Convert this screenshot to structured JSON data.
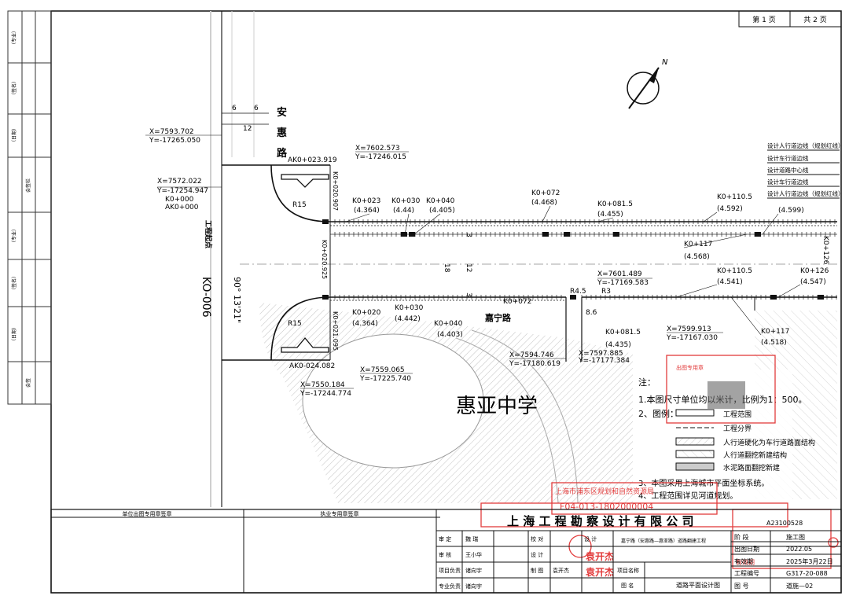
{
  "page": {
    "page_no": "第 1 页",
    "total_pages": "共 2 页"
  },
  "roads": {
    "anhui": [
      "安",
      "惠",
      "路"
    ],
    "jianing": "嘉宁路",
    "school": "惠亚中学",
    "start_label": "工程起点",
    "start_chainage": "KO-006",
    "angle": "90° 13'21\""
  },
  "dims": {
    "d1": "6",
    "d2": "6",
    "d3": "12",
    "d4": "18",
    "d5": "12",
    "d6": "3",
    "d7": "3",
    "r15a": "R15",
    "r15b": "R15",
    "r45": "R4.5",
    "r3": "R3",
    "d86": "8.6"
  },
  "coords": [
    {
      "x": "X=7593.702",
      "y": "Y=-17265.050"
    },
    {
      "x": "X=7602.573",
      "y": "Y=-17246.015"
    },
    {
      "x": "X=7572.022",
      "y": "Y=-17254.947"
    },
    {
      "x": "X=7601.489",
      "y": "Y=-17169.583"
    },
    {
      "x": "X=7599.913",
      "y": "Y=-17167.030"
    },
    {
      "x": "X=7594.746",
      "y": "Y=-17180.619"
    },
    {
      "x": "X=7597.885",
      "y": "Y=-17177.384"
    },
    {
      "x": "X=7559.065",
      "y": "Y=-17225.740"
    },
    {
      "x": "X=7550.184",
      "y": "Y=-17244.774"
    }
  ],
  "stations": {
    "ak_top": "AK0+023.919",
    "k0": "K0+000",
    "ak0": "AK0+000",
    "ak_bottom": "AK0-024.082",
    "v20907": "K0+020.907",
    "v21095": "K0+021.095",
    "v20925": "K0+020.925",
    "top": [
      {
        "k": "K0+023",
        "e": "(4.364)"
      },
      {
        "k": "K0+030",
        "e": "(4.44)"
      },
      {
        "k": "K0+040",
        "e": "(4.405)"
      },
      {
        "k": "K0+072",
        "e": "(4.468)"
      },
      {
        "k": "K0+081.5",
        "e": "(4.455)"
      },
      {
        "k": "K0+110.5",
        "e": "(4.592)"
      },
      {
        "k": "K0+126",
        "e": "(4.599)"
      },
      {
        "k": "K0+117",
        "e": "(4.568)"
      }
    ],
    "bottom": [
      {
        "k": "K0+020",
        "e": "(4.364)"
      },
      {
        "k": "K0+030",
        "e": "(4.442)"
      },
      {
        "k": "K0+040",
        "e": "(4.403)"
      },
      {
        "k": "K0+072",
        "e": ""
      },
      {
        "k": "K0+110.5",
        "e": "(4.541)"
      },
      {
        "k": "K0+126",
        "e": "(4.547)"
      },
      {
        "k": "K0+117",
        "e": "(4.518)"
      },
      {
        "k": "K0+081.5",
        "e": "(4.435)"
      }
    ]
  },
  "legend": [
    "设计人行道边线（规划红线）",
    "设计车行道边线",
    "设计道路中心线",
    "设计车行道边线",
    "设计人行道边线（规划红线）"
  ],
  "notes": {
    "title": "注：",
    "n1": "1.本图尺寸单位均以米计，比例为1：500。",
    "n2": "2、图例：",
    "l1": "工程范围",
    "l2": "工程分界",
    "l3": "人行道硬化为车行道路面结构",
    "l4": "人行道翻挖新建结构",
    "l5": "水泥路面翻挖新建",
    "n3": "3、本图采用上海城市平面坐标系统。",
    "n4": "4、工程范围详见河道规划。"
  },
  "stamps": {
    "planning": "上海市浦东区规划和自然资源局",
    "cert_no": "F04-013-1802000004",
    "chop1": "袁开杰",
    "chop2": "袁开杰"
  },
  "titleblock": {
    "h1": "单位出图专用章签章",
    "h2": "执业专用章签章",
    "company": "上 海 工 程 勘 察 设 计 有 限 公 司",
    "cert": "A23100528",
    "r1": [
      "审 定",
      "魏 瑞",
      "",
      "校 对",
      "",
      "设 计",
      ""
    ],
    "r2": [
      "审 核",
      "王小华",
      "",
      "设 计",
      "",
      "",
      ""
    ],
    "r3": [
      "项目负责",
      "诸向宇",
      "",
      "制 图",
      "袁开杰",
      "",
      ""
    ],
    "r4": [
      "专业负责",
      "诸向宇",
      "",
      "",
      "",
      "",
      ""
    ],
    "project_label": "项目名称",
    "project_name": "嘉宁路（安惠路—惠亚路）道路翻建工程",
    "drawing_label": "图 名",
    "drawing_name": "道路平面设计图",
    "meta": [
      {
        "k": "阶 段",
        "v": "施工图"
      },
      {
        "k": "出图日期",
        "v": "2022.05"
      },
      {
        "k": "有效期",
        "v": "2025年3月22日"
      },
      {
        "k": "工程编号",
        "v": "G317-20-088"
      },
      {
        "k": "图 号",
        "v": "道施—02"
      }
    ]
  },
  "stamp_texts": [
    "出图专用章",
    "有效期"
  ],
  "sidebar": [
    "（专业）",
    "（签名）",
    "（日期）",
    "会签栏",
    "（专业）",
    "（签名）",
    "（日期）",
    "会签"
  ],
  "colors": {
    "ink": "#111111",
    "stamp": "#e23c3c",
    "hatch": "#9a9a9a",
    "grey": "#bdbdbd"
  }
}
